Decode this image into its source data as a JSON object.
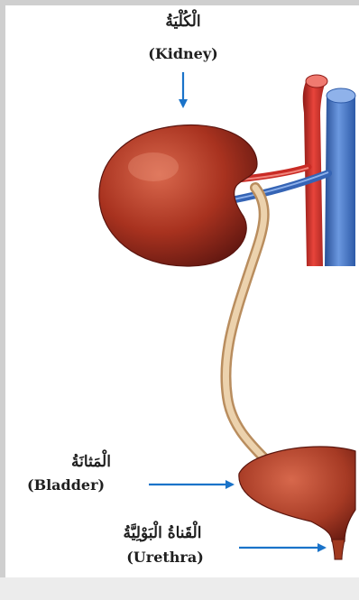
{
  "labels": {
    "kidney": {
      "arabic": "الْكُلْيَةُ",
      "english": "(Kidney)"
    },
    "bladder": {
      "arabic": "الْمَثانَةُ",
      "english": "(Bladder)"
    },
    "urethra": {
      "arabic": "الْقَناةُ الْبَوْلِيَّةُ",
      "english": "(Urethra)"
    }
  },
  "colors": {
    "arrow": "#1a73c9",
    "organ": "#9e2a20",
    "ureter": "#e3c49c",
    "artery": "#d9322c",
    "vein": "#3f72c4"
  }
}
